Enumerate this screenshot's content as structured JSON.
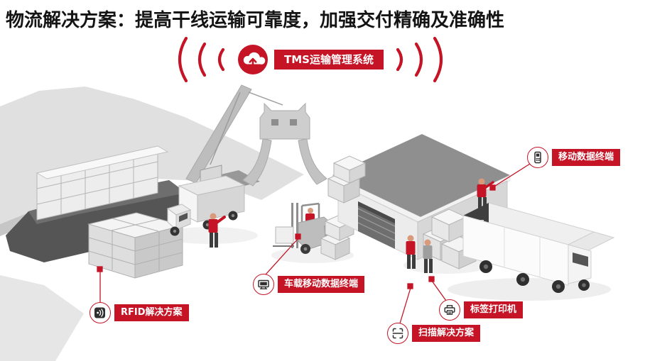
{
  "title": "物流解决方案：提高干线运输可靠度，加强交付精确及准确性",
  "colors": {
    "accent_red": "#c41425",
    "title_text": "#141414",
    "illustration_grays": [
      "#e0e0e0",
      "#c9c9c9",
      "#8f8f8f",
      "#4a4a4a"
    ]
  },
  "tms": {
    "label": "TMS运输管理系统",
    "icon": "cloud-upload-icon",
    "waves": "wireless-signal-arcs"
  },
  "callouts": [
    {
      "icon": "rfid-icon",
      "label": "RFID解决方案"
    },
    {
      "icon": "vehicle-terminal-icon",
      "label": "车载移动数据终端"
    },
    {
      "icon": "handheld-terminal-icon",
      "label": "移动数据终端"
    },
    {
      "icon": "label-printer-icon",
      "label": "标签打印机"
    },
    {
      "icon": "scan-icon",
      "label": "扫描解决方案"
    }
  ],
  "scene": {
    "objects": [
      "cargo-ship-with-containers",
      "container-stack",
      "port-crane",
      "container-truck",
      "forklift",
      "warehouse",
      "delivery-truck",
      "workers",
      "carton-boxes"
    ]
  }
}
